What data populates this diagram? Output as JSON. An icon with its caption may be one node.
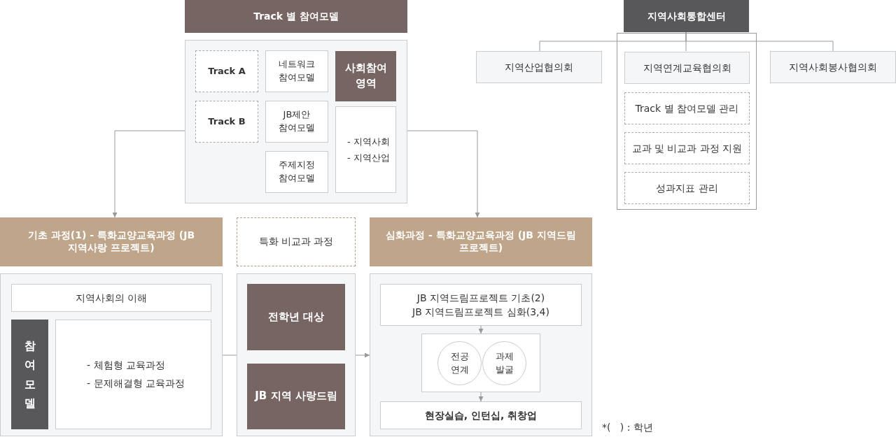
{
  "diagram": {
    "nodes": [
      {
        "text": [
          "Track 별 참여모델"
        ]
      },
      {
        "text": [
          "Track A"
        ],
        "in": 0
      },
      {
        "text": [
          "네트워크 참여모델"
        ],
        "in": 0
      },
      {
        "text": [
          "사회참여 영역"
        ],
        "in": 0
      },
      {
        "text": [
          "Track B"
        ],
        "in": 0
      },
      {
        "text": [
          "JB제안 참여모델"
        ],
        "in": 0
      },
      {
        "text": [
          "- 지역사회",
          "- 지역산업"
        ],
        "in": 0
      },
      {
        "text": [
          "주제지정 참여모델"
        ],
        "in": 0
      },
      {
        "text": [],
        "shape": "box"
      },
      {
        "text": [
          "지역사회통합센터"
        ]
      },
      {
        "text": [
          "지역산업협의회"
        ]
      },
      {
        "text": [
          "지역연계교육협의회"
        ],
        "in": 8
      },
      {
        "text": [
          "지역사회봉사협의회"
        ]
      },
      {
        "text": [
          "Track 별 참여모델 관리"
        ],
        "in": 8
      },
      {
        "text": [
          "교과 및 비교과 과정 지원"
        ],
        "in": 8
      },
      {
        "text": [
          "성과지표 관리"
        ],
        "in": 8
      },
      {
        "text": [
          "기초 과정(1) - 특화교양교육과정 (JB 지역사랑 프로젝트)"
        ]
      },
      {
        "text": [
          "지역사회의 이해"
        ],
        "in": 16
      },
      {
        "text": [
          "참여모델"
        ],
        "in": 16
      },
      {
        "text": [
          "- 체험형 교육과정",
          "- 문제해결형 교육과정"
        ],
        "in": 16
      },
      {
        "text": [
          "특화 비교과 과정"
        ]
      },
      {
        "text": [
          "전학년 대상"
        ],
        "in": 20
      },
      {
        "text": [
          "JB 지역 사랑드림"
        ],
        "in": 20
      },
      {
        "text": [
          "심화과정 - 특화교양교육과정 (JB 지역드림 프로젝트)"
        ]
      },
      {
        "text": [
          "JB 지역드림프로젝트 기초(2)",
          "JB 지역드림프로젝트 심화(3,4)"
        ],
        "in": 23
      },
      {
        "text": [],
        "shape": "box",
        "in": 23
      },
      {
        "text": [
          "전공 연계"
        ],
        "in": 25
      },
      {
        "text": [
          "과제 발굴"
        ],
        "in": 25
      },
      {
        "text": [
          "현장실습, 인턴십, 취창업"
        ],
        "in": 23
      }
    ],
    "edges": [
      {
        "from": 0,
        "to": 16,
        "arrow": "to"
      },
      {
        "from": 0,
        "to": 23,
        "arrow": "to"
      },
      {
        "from": 9,
        "to": 10,
        "arrow": "none"
      },
      {
        "from": 9,
        "to": 11,
        "arrow": "none"
      },
      {
        "from": 9,
        "to": 12,
        "arrow": "none"
      },
      {
        "from": 16,
        "to": 20,
        "arrow": "none"
      },
      {
        "from": 20,
        "to": 23,
        "arrow": "to"
      },
      {
        "from": 24,
        "to": 25,
        "arrow": "to"
      },
      {
        "from": 25,
        "to": 28,
        "arrow": "to"
      }
    ],
    "labels": [
      "*(   ) : 학년"
    ]
  }
}
